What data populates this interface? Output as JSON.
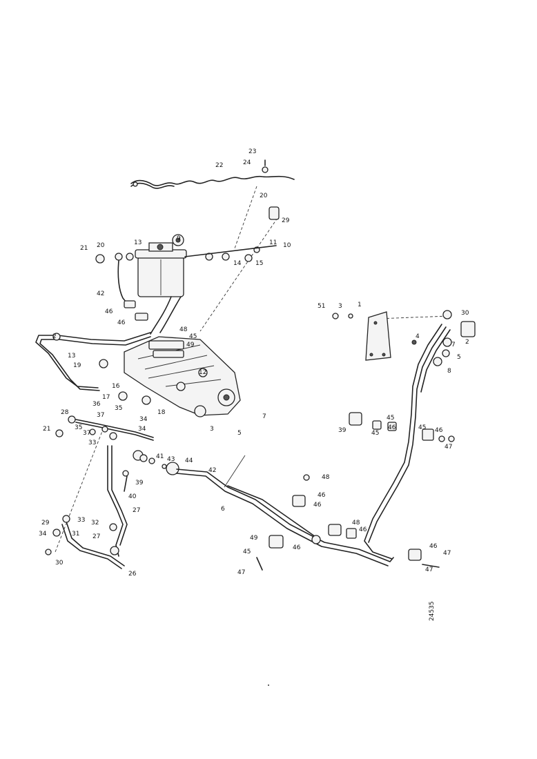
{
  "drawing": {
    "reference": "24535",
    "callouts": [
      "23",
      "24",
      "22",
      "20",
      "29",
      "21",
      "20",
      "13",
      "9",
      "11",
      "10",
      "14",
      "15",
      "42",
      "46",
      "46",
      "48",
      "45",
      "49",
      "2",
      "13",
      "19",
      "12",
      "16",
      "17",
      "35",
      "18",
      "28",
      "36",
      "37",
      "21",
      "35",
      "37",
      "33",
      "34",
      "34",
      "41",
      "43",
      "44",
      "39",
      "40",
      "42",
      "6",
      "3",
      "7",
      "5",
      "51",
      "3",
      "1",
      "30",
      "2",
      "7",
      "4",
      "5",
      "8",
      "45",
      "39",
      "45",
      "46",
      "45",
      "46",
      "47",
      "48",
      "46",
      "46",
      "48",
      "46",
      "45",
      "47",
      "49",
      "46",
      "47",
      "46",
      "47",
      "33",
      "32",
      "29",
      "31",
      "30",
      "34",
      "27",
      "27",
      "26"
    ]
  }
}
